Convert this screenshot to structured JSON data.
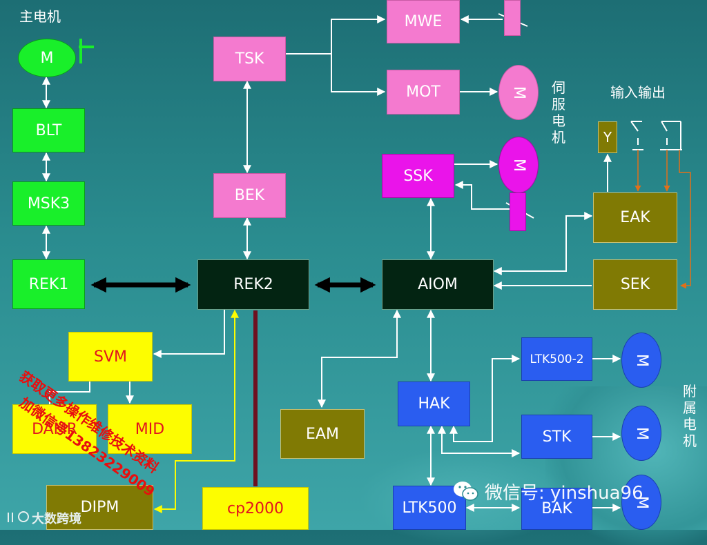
{
  "labels": {
    "main_motor": "主电机",
    "servo_motor": "伺服电机",
    "io": "输入输出",
    "aux_motor": "附属电机"
  },
  "boxes": {
    "m_main": "M",
    "blt": "BLT",
    "msk3": "MSK3",
    "rek1": "REK1",
    "tsk": "TSK",
    "bek": "BEK",
    "rek2": "REK2",
    "mwe": "MWE",
    "mot": "MOT",
    "ssk": "SSK",
    "aiom": "AIOM",
    "y": "Y",
    "eak": "EAK",
    "sek": "SEK",
    "svm": "SVM",
    "damr": "DAMR",
    "mid": "MID",
    "eam": "EAM",
    "dipm": "DIPM",
    "cp2000": "cp2000",
    "hak": "HAK",
    "ltk500_2": "LTK500-2",
    "stk": "STK",
    "ltk500": "LTK500",
    "bak": "BAK",
    "m_symbol": "M"
  },
  "watermarks": {
    "red_line1": "获取更多操作维修技术资料",
    "red_line2": "加微信号13823229009",
    "wechat": "微信号: yinshua96",
    "corner": "大数跨境"
  },
  "colors": {
    "green": "#19ef2a",
    "pink": "#f47acf",
    "magenta": "#ea14ea",
    "dark": "#032412",
    "olive": "#807a04",
    "yellow": "#fdfd00",
    "blue": "#2a5df0",
    "background": "#2a8c8f"
  }
}
